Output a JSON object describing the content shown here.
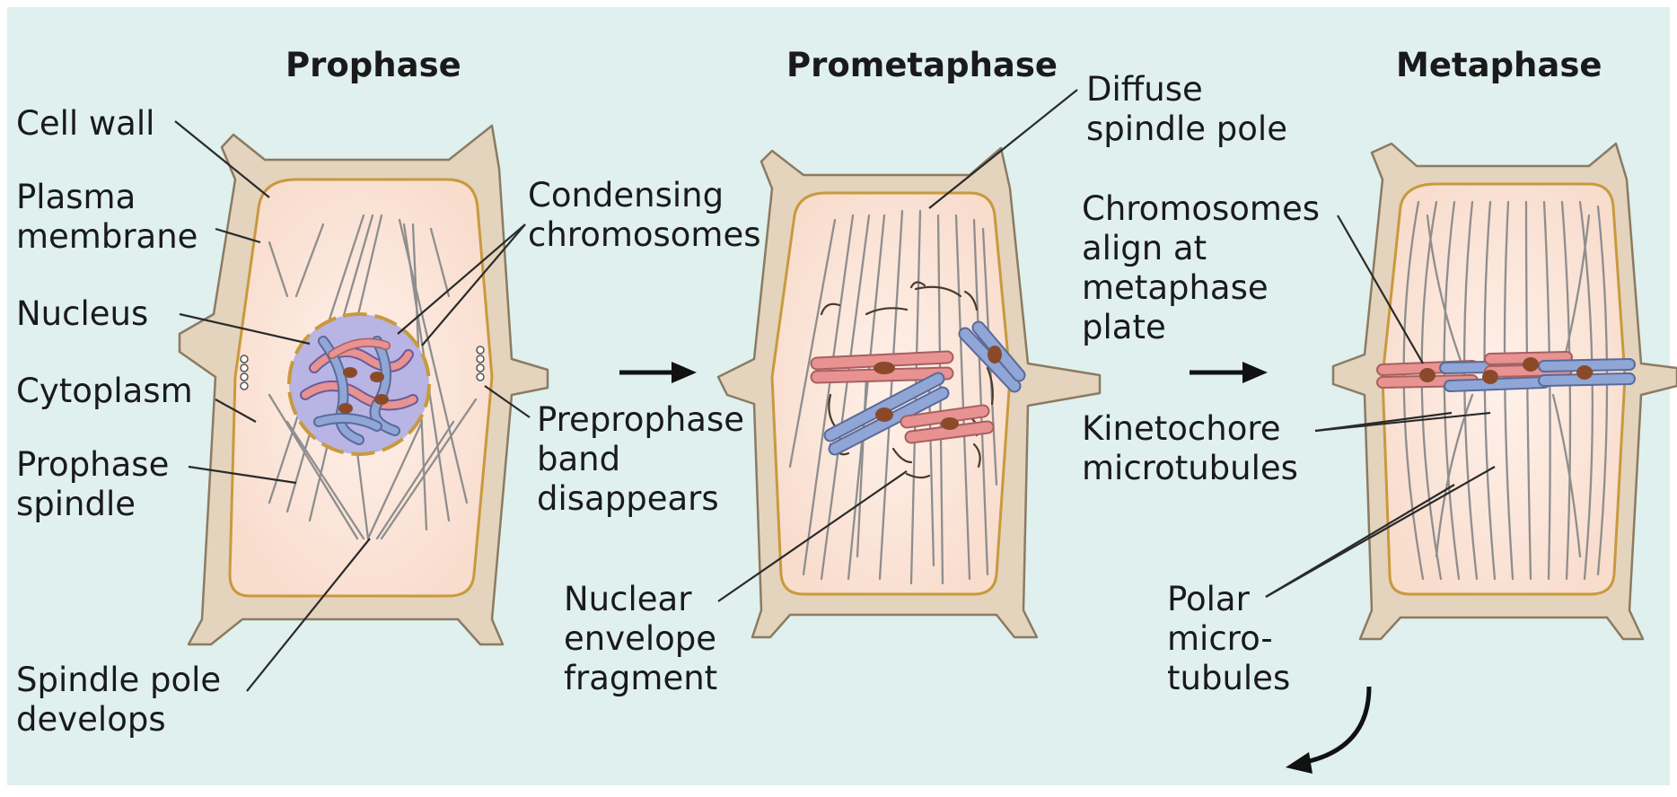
{
  "titles": {
    "prophase": "Prophase",
    "prometaphase": "Prometaphase",
    "metaphase": "Metaphase"
  },
  "labels": {
    "cell_wall": "Cell wall",
    "plasma_membrane": [
      "Plasma",
      "membrane"
    ],
    "nucleus": "Nucleus",
    "cytoplasm": "Cytoplasm",
    "prophase_spindle": [
      "Prophase",
      "spindle"
    ],
    "spindle_pole_develops": [
      "Spindle pole",
      "develops"
    ],
    "condensing_chromosomes": [
      "Condensing",
      "chromosomes"
    ],
    "preprophase_band": [
      "Preprophase",
      "band",
      "disappears"
    ],
    "diffuse_spindle_pole": [
      "Diffuse",
      "spindle pole"
    ],
    "nuclear_envelope_fragment": [
      "Nuclear",
      "envelope",
      "fragment"
    ],
    "chromosomes_align": [
      "Chromosomes",
      "align at",
      "metaphase",
      "plate"
    ],
    "kinetochore_microtubules": [
      "Kinetochore",
      "microtubules"
    ],
    "polar_microtubules": [
      "Polar",
      "micro-",
      "tubules"
    ]
  },
  "colors": {
    "background": "#dff0ee",
    "cell_wall": "#e4d3bd",
    "cytoplasm": "#fce6da",
    "membrane": "#c89a3e",
    "chromosome_red": "#e89292",
    "chromosome_blue": "#8fa6d6",
    "centromere": "#8a4a2a",
    "nucleus": "#b8b4e4",
    "microtubule": "#8e8e8e"
  }
}
